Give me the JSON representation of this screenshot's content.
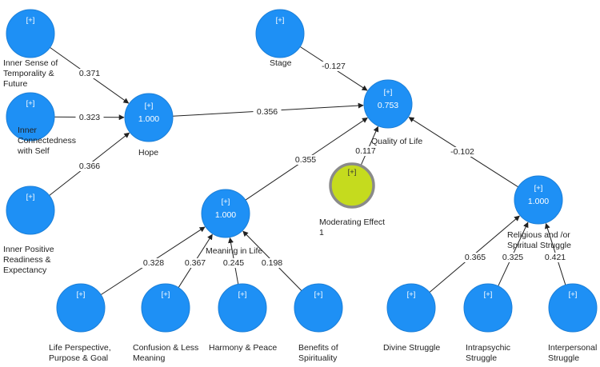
{
  "colors": {
    "node": "#1E90F5",
    "node_stroke": "#1B7FD8",
    "moderator": "#C5DB1E",
    "moderator_stroke": "#8A8A8A",
    "edge": "#222222"
  },
  "expand_marker": "[+]",
  "nodes": [
    {
      "id": "inner-temporality",
      "label_lines": [
        "Inner Sense of",
        "Temporality &",
        "Future"
      ],
      "value": ""
    },
    {
      "id": "inner-connectedness",
      "label_lines": [
        "Inner",
        "Connectedness",
        "with Self"
      ],
      "value": ""
    },
    {
      "id": "inner-readiness",
      "label_lines": [
        "Inner Positive",
        "Readiness &",
        "Expectancy"
      ],
      "value": ""
    },
    {
      "id": "hope",
      "label_lines": [
        "Hope"
      ],
      "value": "1.000"
    },
    {
      "id": "stage",
      "label_lines": [
        "Stage"
      ],
      "value": ""
    },
    {
      "id": "quality-of-life",
      "label_lines": [
        "Quality of Life"
      ],
      "value": "0.753"
    },
    {
      "id": "moderating-effect",
      "label_lines": [
        "Moderating Effect",
        "1"
      ],
      "value": ""
    },
    {
      "id": "meaning-in-life",
      "label_lines": [
        "Meaning in Life"
      ],
      "value": "1.000"
    },
    {
      "id": "religious-struggle",
      "label_lines": [
        "Religious and /or",
        "Spiritual Struggle"
      ],
      "value": "1.000"
    },
    {
      "id": "life-perspective",
      "label_lines": [
        "Life Perspective,",
        "Purpose & Goal"
      ],
      "value": ""
    },
    {
      "id": "confusion",
      "label_lines": [
        "Confusion & Less",
        "Meaning"
      ],
      "value": ""
    },
    {
      "id": "harmony",
      "label_lines": [
        "Harmony & Peace"
      ],
      "value": ""
    },
    {
      "id": "benefits",
      "label_lines": [
        "Benefits of",
        "Spirituality"
      ],
      "value": ""
    },
    {
      "id": "divine-struggle",
      "label_lines": [
        "Divine Struggle"
      ],
      "value": ""
    },
    {
      "id": "intrapsychic",
      "label_lines": [
        "Intrapsychic",
        "Struggle"
      ],
      "value": ""
    },
    {
      "id": "interpersonal",
      "label_lines": [
        "Interpersonal",
        "Struggle"
      ],
      "value": ""
    }
  ],
  "edges": [
    {
      "from": "inner-temporality",
      "to": "hope",
      "coefficient": "0.371"
    },
    {
      "from": "inner-connectedness",
      "to": "hope",
      "coefficient": "0.323"
    },
    {
      "from": "inner-readiness",
      "to": "hope",
      "coefficient": "0.366"
    },
    {
      "from": "hope",
      "to": "quality-of-life",
      "coefficient": "0.356"
    },
    {
      "from": "stage",
      "to": "quality-of-life",
      "coefficient": "-0.127"
    },
    {
      "from": "meaning-in-life",
      "to": "quality-of-life",
      "coefficient": "0.355"
    },
    {
      "from": "moderating-effect",
      "to": "quality-of-life",
      "coefficient": "0.117"
    },
    {
      "from": "religious-struggle",
      "to": "quality-of-life",
      "coefficient": "-0.102"
    },
    {
      "from": "life-perspective",
      "to": "meaning-in-life",
      "coefficient": "0.328"
    },
    {
      "from": "confusion",
      "to": "meaning-in-life",
      "coefficient": "0.367"
    },
    {
      "from": "harmony",
      "to": "meaning-in-life",
      "coefficient": "0.245"
    },
    {
      "from": "benefits",
      "to": "meaning-in-life",
      "coefficient": "0.198"
    },
    {
      "from": "divine-struggle",
      "to": "religious-struggle",
      "coefficient": "0.365"
    },
    {
      "from": "intrapsychic",
      "to": "religious-struggle",
      "coefficient": "0.325"
    },
    {
      "from": "interpersonal",
      "to": "religious-struggle",
      "coefficient": "0.421"
    }
  ]
}
